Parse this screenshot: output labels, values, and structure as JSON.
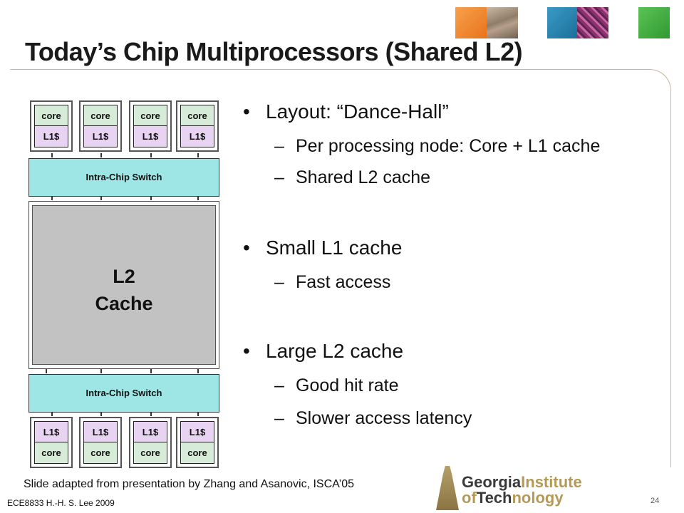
{
  "slide": {
    "title": "Today’s Chip Multiprocessors (Shared L2)",
    "page_number": "24",
    "footer": "ECE8833 H.-H. S. Lee 2009",
    "credit": "Slide adapted from presentation by Zhang and Asanovic, ISCA’05"
  },
  "diagram": {
    "top_nodes": [
      {
        "core": "core",
        "cache": "L1$"
      },
      {
        "core": "core",
        "cache": "L1$"
      },
      {
        "core": "core",
        "cache": "L1$"
      },
      {
        "core": "core",
        "cache": "L1$"
      }
    ],
    "bottom_nodes": [
      {
        "core": "core",
        "cache": "L1$"
      },
      {
        "core": "core",
        "cache": "L1$"
      },
      {
        "core": "core",
        "cache": "L1$"
      },
      {
        "core": "core",
        "cache": "L1$"
      }
    ],
    "switch_top": "Intra-Chip Switch",
    "switch_bottom": "Intra-Chip Switch",
    "l2_line1": "L2",
    "l2_line2": "Cache"
  },
  "bullets": [
    {
      "text": "Layout: “Dance-Hall”",
      "sub": [
        "Per processing node: Core + L1 cache",
        "Shared L2 cache"
      ]
    },
    {
      "text": "Small L1 cache",
      "sub": [
        "Fast access"
      ]
    },
    {
      "text": "Large L2 cache",
      "sub": [
        "Good hit rate",
        "Slower access latency"
      ]
    }
  ],
  "logo": {
    "word1a": "Georgia",
    "word1b": "Institute",
    "word2a": "of",
    "word2b": "Tech",
    "word2c": "nology"
  },
  "colors": {
    "core_fill": "#d6ecd8",
    "l1_fill": "#e8d4f2",
    "switch_fill": "#9ee5e6",
    "l2_fill": "#c2c2c2",
    "frame": "#c8b89a"
  }
}
